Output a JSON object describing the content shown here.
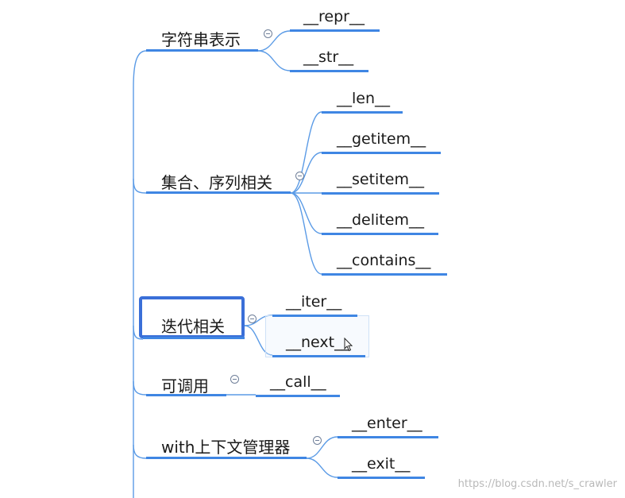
{
  "branches": [
    {
      "label": "字符串表示",
      "children": [
        "__repr__",
        "__str__"
      ]
    },
    {
      "label": "集合、序列相关",
      "children": [
        "__len__",
        "__getitem__",
        "__setitem__",
        "__delitem__",
        "__contains__"
      ]
    },
    {
      "label": "迭代相关",
      "children": [
        "__iter__",
        "__next__"
      ]
    },
    {
      "label": "可调用",
      "children": [
        "__call__"
      ]
    },
    {
      "label": "with上下文管理器",
      "children": [
        "__enter__",
        "__exit__"
      ]
    }
  ],
  "watermark": "https://blog.csdn.net/s_crawler",
  "colors": {
    "line": "#4a90e2",
    "underline": "#3f86e3",
    "selection": "#3a6fd8"
  }
}
